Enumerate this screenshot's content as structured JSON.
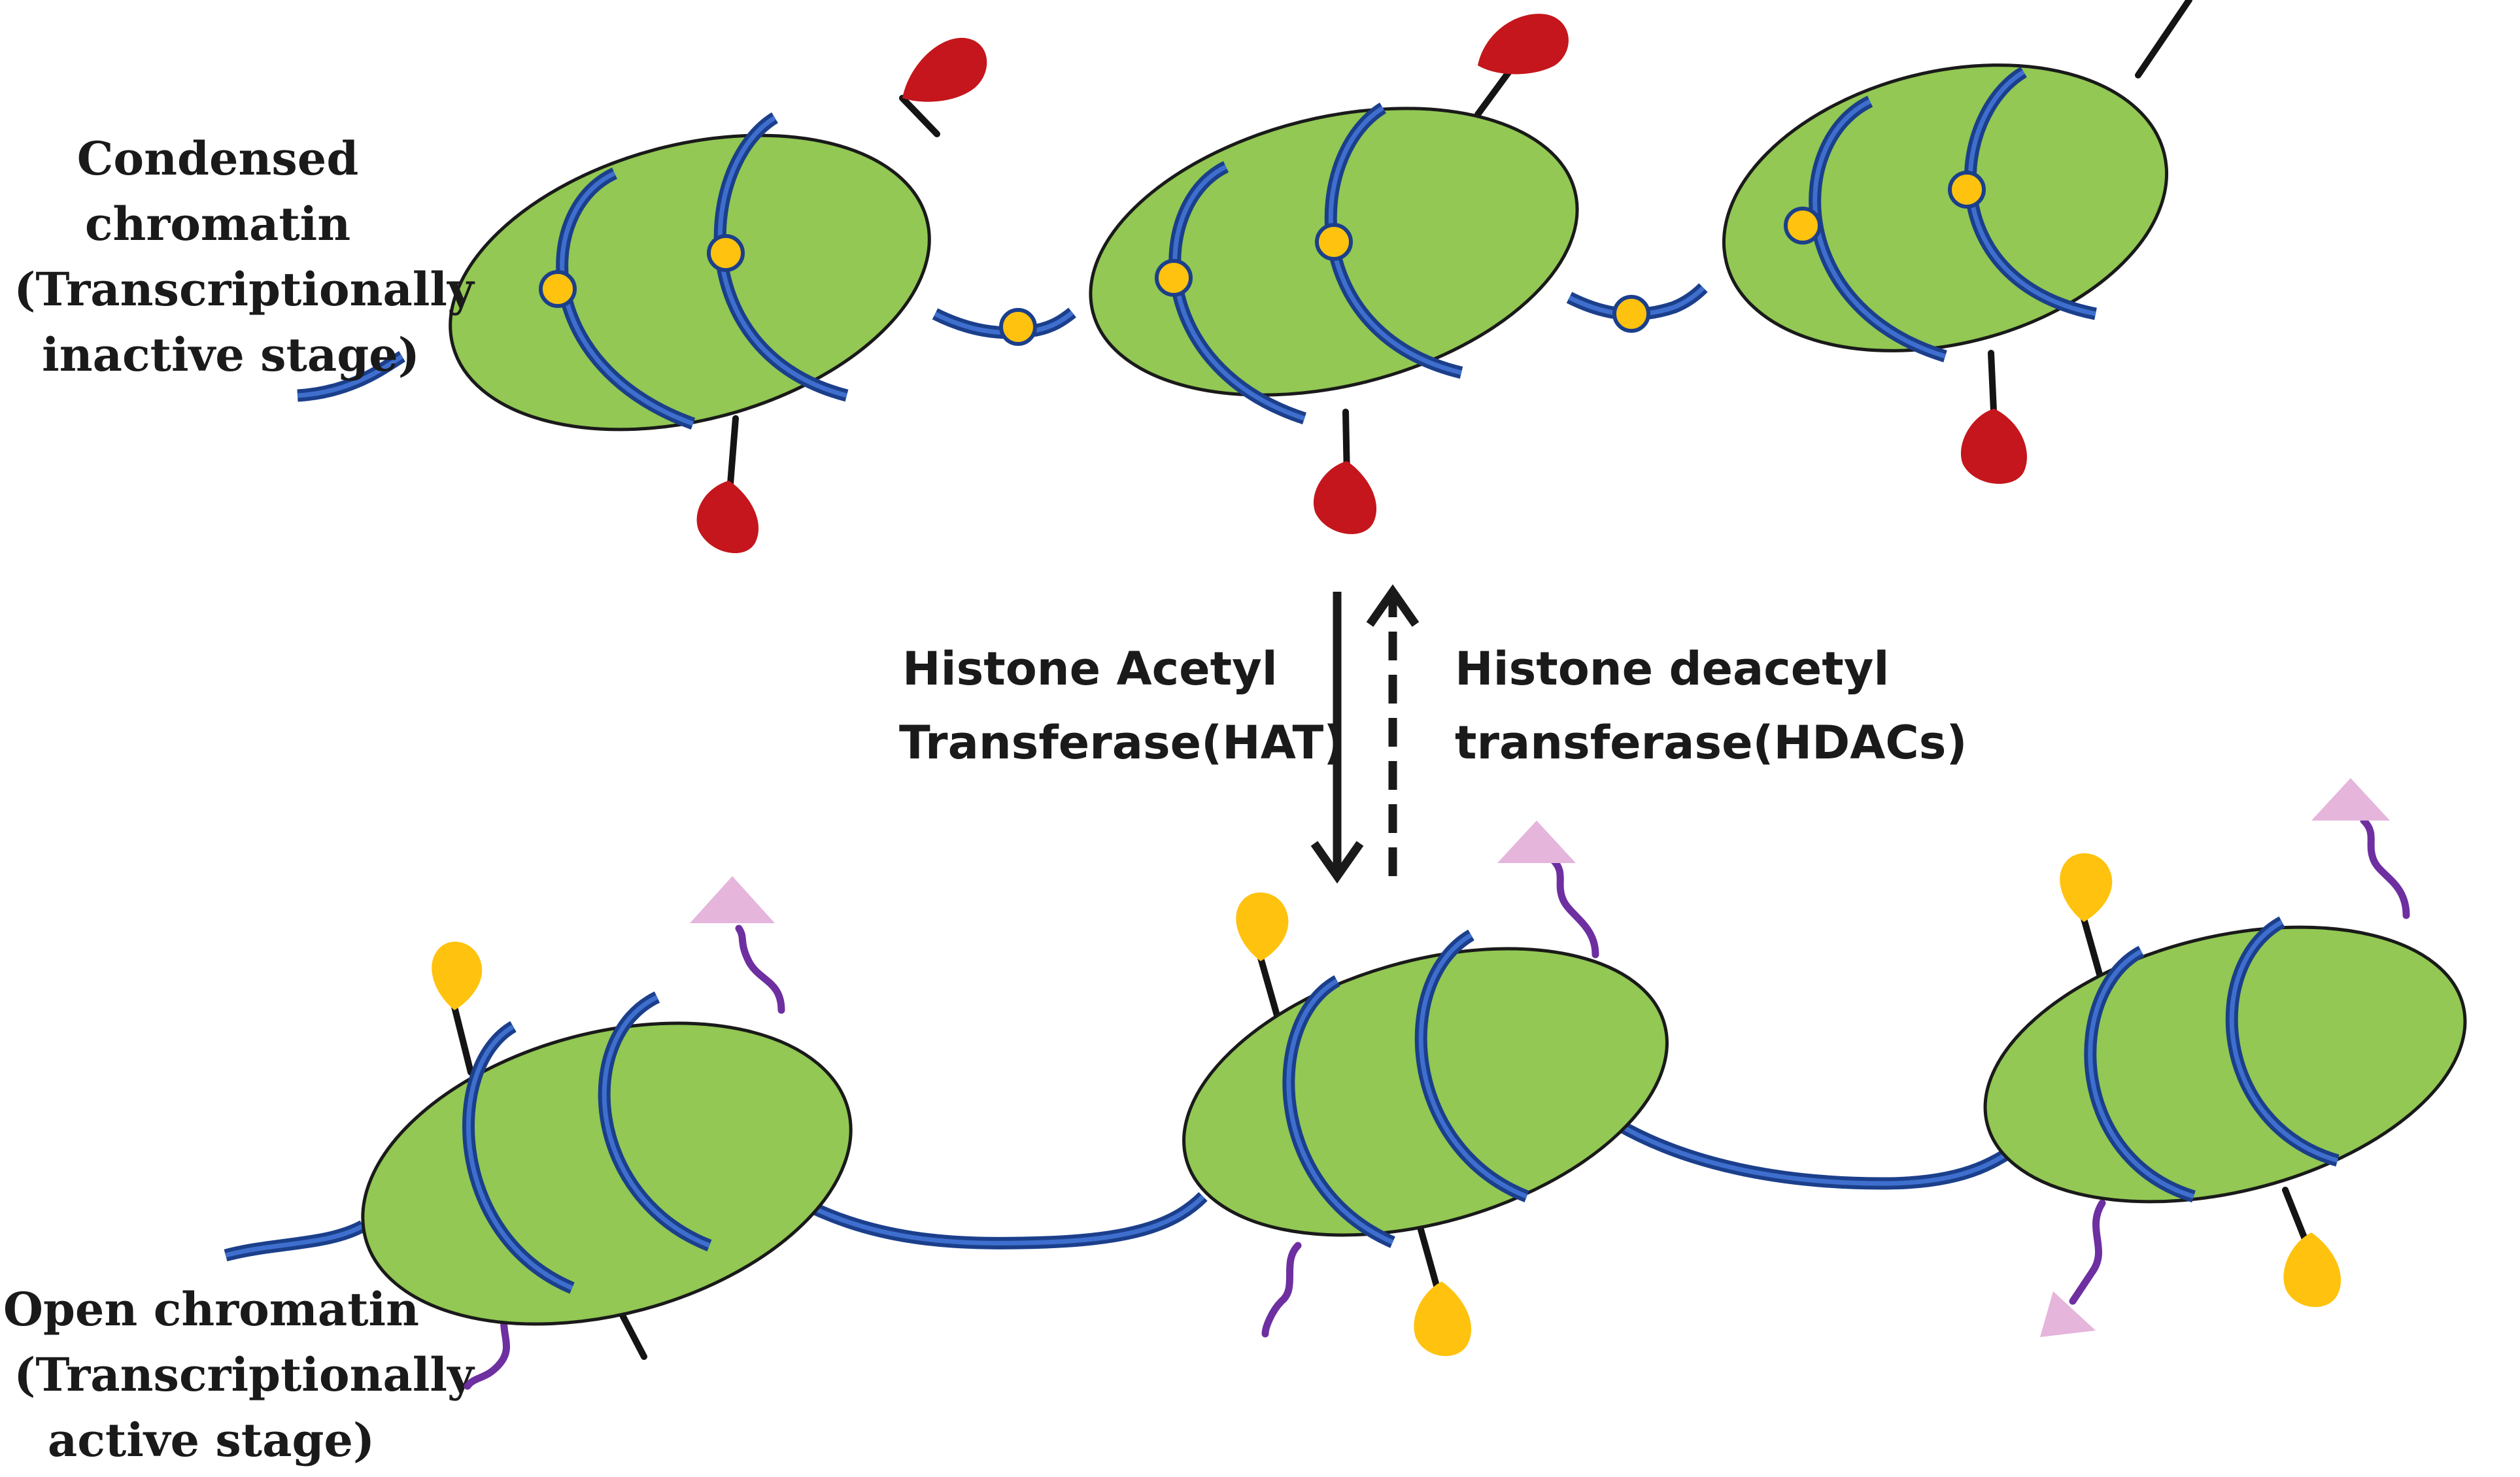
{
  "labels": {
    "condensed": [
      "Condensed",
      "chromatin",
      "(Transcriptionally",
      "inactive stage)"
    ],
    "open": [
      "Open chromatin",
      "(Transcriptionally",
      "active stage)"
    ],
    "hat": [
      "Histone Acetyl",
      "Transferase(HAT)"
    ],
    "hdac": [
      "Histone deacetyl",
      "transferase(HDACs)"
    ]
  },
  "colors": {
    "histone": "#92c853",
    "dna": "#1b3f8b",
    "methyl_red": "#c4161c",
    "acetyl_yellow": "#ffc20e",
    "purple_tail": "#6e2fa0",
    "pink_triangle": "#e5b5dc"
  },
  "icons": {
    "condensed_marker": "red-drop-icon",
    "acetyl_marker": "yellow-drop-icon",
    "dna_dot": "yellow-dot-icon",
    "tail_end": "pink-triangle-icon"
  }
}
